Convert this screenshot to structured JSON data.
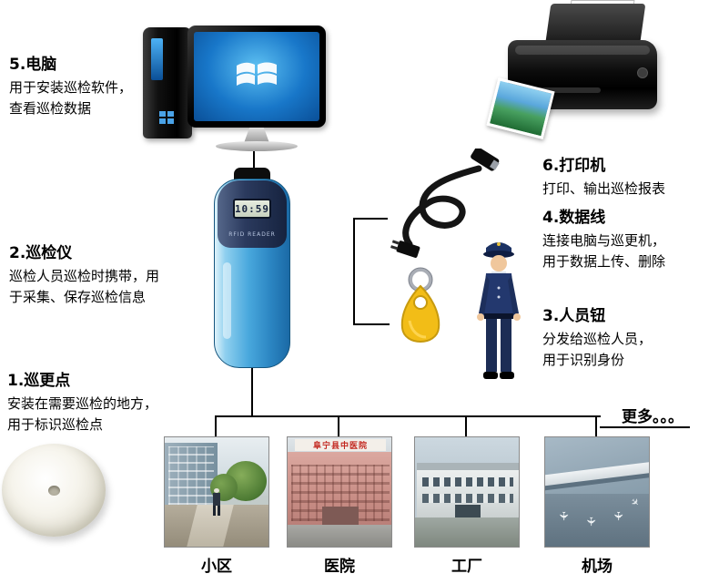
{
  "diagram": {
    "annotations": {
      "computer": {
        "title": "5.电脑",
        "lines": [
          "用于安装巡检软件，",
          "查看巡检数据"
        ]
      },
      "patrol_device": {
        "title": "2.巡检仪",
        "lines": [
          "巡检人员巡检时携带，用",
          "于采集、保存巡检信息"
        ]
      },
      "patrol_point": {
        "title": "1.巡更点",
        "lines": [
          "安装在需要巡检的地方，",
          "用于标识巡检点"
        ]
      },
      "printer": {
        "title": "6.打印机",
        "lines": [
          "打印、输出巡检报表"
        ]
      },
      "data_cable": {
        "title": "4.数据线",
        "lines": [
          "连接电脑与巡更机，",
          "用于数据上传、删除"
        ]
      },
      "personnel_button": {
        "title": "3.人员钮",
        "lines": [
          "分发给巡检人员，",
          "用于识别身份"
        ]
      }
    },
    "device": {
      "screen_text": "10:59",
      "label": "RFID READER"
    },
    "hospital_sign": "阜宁县中医院",
    "more_label": "更多。。。",
    "locations": [
      {
        "caption": "小区"
      },
      {
        "caption": "医院"
      },
      {
        "caption": "工厂"
      },
      {
        "caption": "机场"
      }
    ],
    "colors": {
      "device_body_blue": "#3f9fd8",
      "device_head_navy": "#1c2b4a",
      "keyfob_yellow": "#f2bd17",
      "screen_blue": "#1877c9",
      "uniform_navy": "#23386e",
      "connector_line": "#000000"
    }
  }
}
